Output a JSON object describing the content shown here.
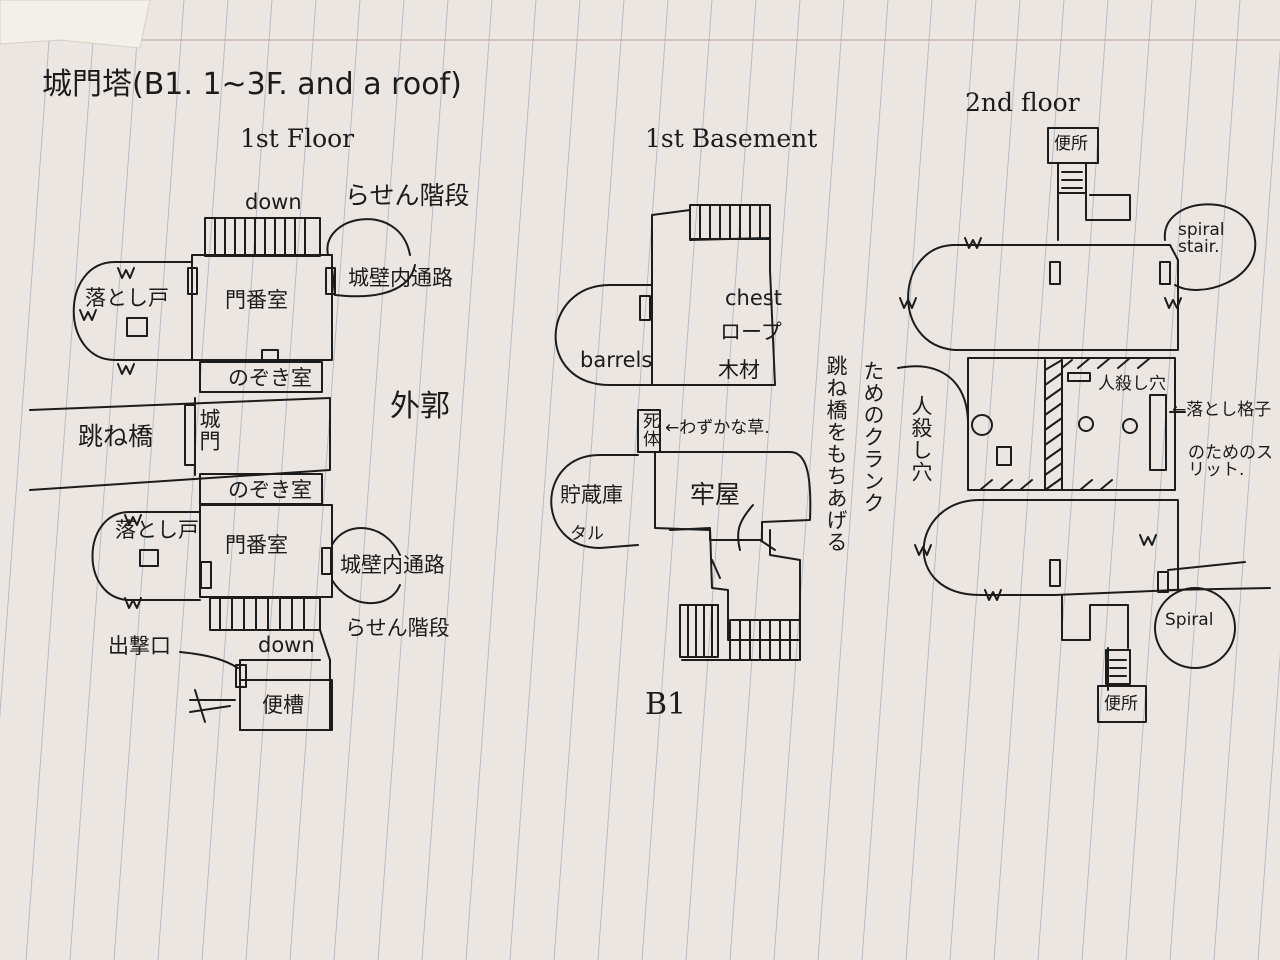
{
  "colors": {
    "paper": "#ebe6e1",
    "rule": "#8e9aad",
    "ink": "#1c1c1c",
    "margin": "#c9b8b0"
  },
  "title": "城門塔(B1. 1~3F. and a roof)",
  "floor1": {
    "heading": "1st Floor",
    "down_top": "down",
    "spiral_stair_top": "らせん階段",
    "wall_passage_top": "城壁内通路",
    "drop_door_top": "落とし戸",
    "gatehouse_room_top": "門番室",
    "peep_room_top": "のぞき室",
    "outer_bailey": "外郭",
    "drawbridge": "跳ね橋",
    "castle_gate": "城門",
    "peep_room_bottom": "のぞき室",
    "drop_door_bottom": "落とし戸",
    "gatehouse_room_bottom": "門番室",
    "wall_passage_bottom": "城壁内通路",
    "spiral_stair_bottom": "らせん階段",
    "down_bottom": "down",
    "sally_port": "出撃口",
    "latrine": "便槽"
  },
  "basement": {
    "heading": "1st Basement",
    "chest": "chest",
    "rope": "ロープ",
    "lumber": "木材",
    "barrels": "barrels",
    "corpse": "死体",
    "straw_note": "←わずかな草.",
    "storage": "貯蔵庫",
    "taru": "タル",
    "prison": "牢屋",
    "label": "B1"
  },
  "floor2": {
    "heading": "2nd floor",
    "toilet_top": "便所",
    "spiral_stair": "spiral stair.",
    "winch_note": "跳ね橋をもちあげる",
    "winch_note2": "ためのクランク",
    "murder_hole_left": "人殺し穴",
    "murder_hole_right": "人殺し穴",
    "portcullis_note1": "←落とし格子",
    "portcullis_note2": "のためのスリット.",
    "spiral": "Spiral",
    "toilet_bottom": "便所"
  }
}
